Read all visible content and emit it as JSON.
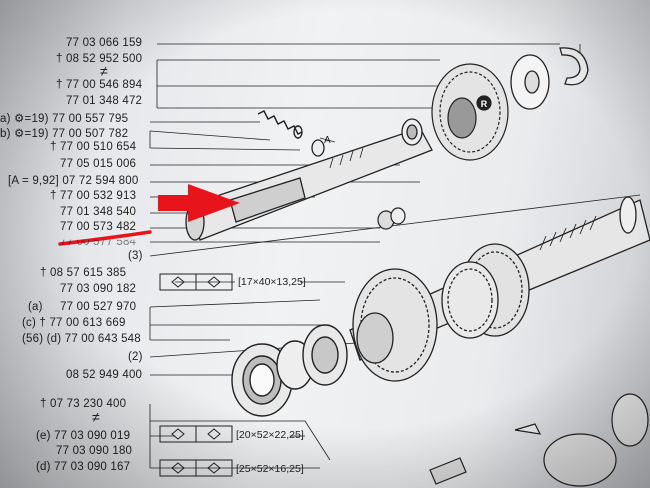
{
  "parts": [
    {
      "dagger": false,
      "prefix": "",
      "number": "77 03 066 159"
    },
    {
      "dagger": true,
      "prefix": "",
      "number": "08 52 952 500"
    },
    {
      "dagger": true,
      "prefix": "",
      "number": "77 00 546 894"
    },
    {
      "dagger": false,
      "prefix": "",
      "number": "77 01 348 472"
    },
    {
      "dagger": false,
      "prefix": "a) ⚙=19)",
      "number": "77 00 557 795"
    },
    {
      "dagger": false,
      "prefix": "b) ⚙=19)",
      "number": "77 00 507 782"
    },
    {
      "dagger": true,
      "prefix": "",
      "number": "77 00 510 654"
    },
    {
      "dagger": false,
      "prefix": "",
      "number": "77 05 015 006"
    },
    {
      "dagger": false,
      "prefix": "[A = 9,92]",
      "number": "07 72 594 800"
    },
    {
      "dagger": true,
      "prefix": "",
      "number": "77 00 532 913"
    },
    {
      "dagger": false,
      "prefix": "",
      "number": "77 01 348 540"
    },
    {
      "dagger": false,
      "prefix": "",
      "number": "77 00 573 482"
    },
    {
      "dagger": false,
      "prefix": "",
      "number": "77 00 577 584"
    },
    {
      "dagger": false,
      "prefix": "",
      "number": "(3)"
    },
    {
      "dagger": true,
      "prefix": "",
      "number": "08 57 615 385"
    },
    {
      "dagger": false,
      "prefix": "",
      "number": "77 03 090 182"
    },
    {
      "dagger": false,
      "prefix": "(a)",
      "number": "77 00 527 970"
    },
    {
      "dagger": true,
      "prefix": "(c)",
      "number": "77 00 613 669"
    },
    {
      "dagger": false,
      "prefix": "(56) (d)",
      "number": "77 00 643 548"
    },
    {
      "dagger": false,
      "prefix": "",
      "number": "(2)"
    },
    {
      "dagger": false,
      "prefix": "",
      "number": "08 52 949 400"
    },
    {
      "dagger": true,
      "prefix": "",
      "number": "07 73 230 400"
    },
    {
      "dagger": false,
      "prefix": "(e)",
      "number": "77 03 090 019"
    },
    {
      "dagger": false,
      "prefix": "",
      "number": "77 03 090 180"
    },
    {
      "dagger": false,
      "prefix": "(d)",
      "number": "77 03 090 167"
    }
  ],
  "dimensions": {
    "d1": "[17×40×13,25]",
    "d2": "[20×52×22,25]",
    "d3": "[25×52×16,25]"
  },
  "symbols": {
    "dagger": "†",
    "ne": "≠",
    "bearing_mark": "R",
    "dim_label": "A"
  },
  "colors": {
    "ink": "#222222",
    "highlight": "#e8141c"
  }
}
